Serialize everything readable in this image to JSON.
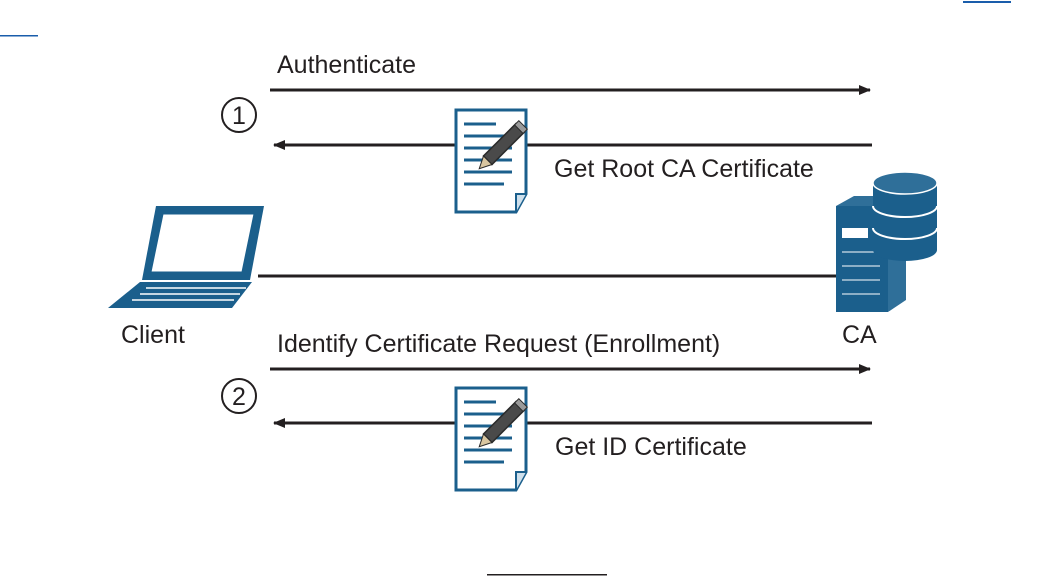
{
  "colors": {
    "line": "#231f20",
    "icon_blue": "#1b5f8c",
    "icon_light": "#ffffff",
    "pencil": "#3a3a3a",
    "link": "#1a5dab"
  },
  "steps": [
    {
      "number": "1",
      "request_label": "Authenticate",
      "response_label": "Get Root CA Certificate"
    },
    {
      "number": "2",
      "request_label": "Identify Certificate Request (Enrollment)",
      "response_label": "Get ID Certificate"
    }
  ],
  "nodes": {
    "client": {
      "label": "Client",
      "icon": "laptop-icon"
    },
    "ca": {
      "label": "CA",
      "icon": "server-database-icon"
    }
  },
  "icons": {
    "certificate": "certificate-document-icon"
  }
}
